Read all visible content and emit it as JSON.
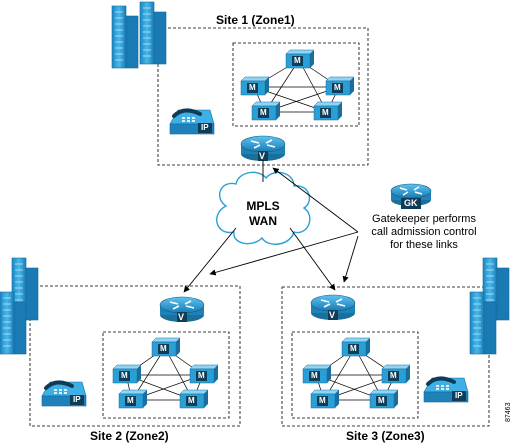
{
  "sites": [
    {
      "title": "Site 1 (Zone1)"
    },
    {
      "title": "Site 2 (Zone2)"
    },
    {
      "title": "Site 3 (Zone3)"
    }
  ],
  "cloud": {
    "line1": "MPLS",
    "line2": "WAN"
  },
  "gatekeeper": {
    "badge": "GK",
    "note_line1": "Gatekeeper performs",
    "note_line2": "call admission control",
    "note_line3": "for these links"
  },
  "icons": {
    "router_badge": "V",
    "call_manager_badge": "M",
    "ip_phone_badge": "IP"
  },
  "figure_id": "87463",
  "colors": {
    "device_blue": "#2a9fd6",
    "device_dark": "#1b6f9a",
    "building_blue": "#2fa3dc",
    "line": "#000000"
  }
}
